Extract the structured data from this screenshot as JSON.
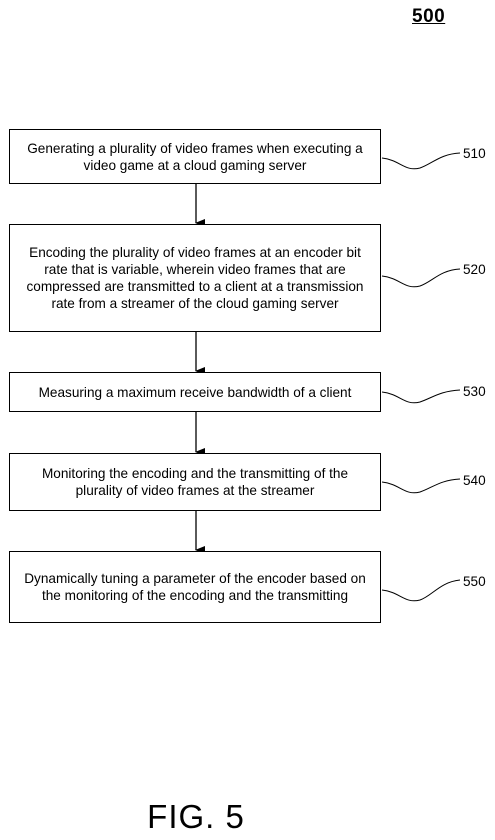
{
  "figure_number": "500",
  "caption": "FIG. 5",
  "steps": [
    {
      "id": "510",
      "text": "Generating a plurality of video frames when executing a video game at a cloud gaming server"
    },
    {
      "id": "520",
      "text": "Encoding the plurality of video frames at an encoder bit rate that is variable, wherein video frames that are compressed are transmitted to a client at a transmission rate from a streamer of the cloud gaming server"
    },
    {
      "id": "530",
      "text": "Measuring a maximum receive bandwidth of a client"
    },
    {
      "id": "540",
      "text": "Monitoring the encoding and the transmitting of the plurality of video frames at the streamer"
    },
    {
      "id": "550",
      "text": "Dynamically tuning a parameter of the encoder based on the monitoring of the encoding and the transmitting"
    }
  ]
}
